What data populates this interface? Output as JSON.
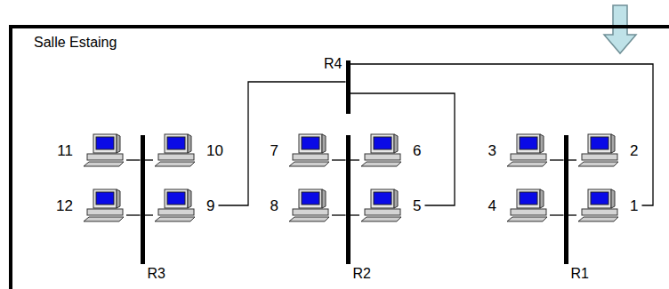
{
  "diagram": {
    "nodes": [
      {
        "text": [
          "Salle Estaing"
        ]
      },
      {
        "text": [
          "R4"
        ],
        "in": 0
      },
      {
        "text": [
          "11"
        ],
        "in": 0
      },
      {
        "text": [
          "10"
        ],
        "in": 0
      },
      {
        "text": [
          "7"
        ],
        "in": 0
      },
      {
        "text": [
          "6"
        ],
        "in": 0
      },
      {
        "text": [
          "3"
        ],
        "in": 0
      },
      {
        "text": [
          "2"
        ],
        "in": 0
      },
      {
        "text": [
          "12"
        ],
        "in": 0
      },
      {
        "text": [
          "9"
        ],
        "in": 0
      },
      {
        "text": [
          "8"
        ],
        "in": 0
      },
      {
        "text": [
          "5"
        ],
        "in": 0
      },
      {
        "text": [
          "4"
        ],
        "in": 0
      },
      {
        "text": [
          "1"
        ],
        "in": 0
      },
      {
        "text": [
          "R3"
        ],
        "in": 0
      },
      {
        "text": [
          "R2"
        ],
        "in": 0
      },
      {
        "text": [
          "R1"
        ],
        "in": 0
      }
    ],
    "edges": [
      {
        "from": 2,
        "to": 14,
        "arrow": "none"
      },
      {
        "from": 3,
        "to": 14,
        "arrow": "none"
      },
      {
        "from": 8,
        "to": 14,
        "arrow": "none"
      },
      {
        "from": 9,
        "to": 14,
        "arrow": "none"
      },
      {
        "from": 4,
        "to": 15,
        "arrow": "none"
      },
      {
        "from": 5,
        "to": 15,
        "arrow": "none"
      },
      {
        "from": 10,
        "to": 15,
        "arrow": "none"
      },
      {
        "from": 11,
        "to": 15,
        "arrow": "none"
      },
      {
        "from": 6,
        "to": 16,
        "arrow": "none"
      },
      {
        "from": 7,
        "to": 16,
        "arrow": "none"
      },
      {
        "from": 12,
        "to": 16,
        "arrow": "none"
      },
      {
        "from": 13,
        "to": 16,
        "arrow": "none"
      },
      {
        "from": 1,
        "to": 9,
        "arrow": "none"
      },
      {
        "from": 1,
        "to": 11,
        "arrow": "none"
      },
      {
        "from": 1,
        "to": 13,
        "arrow": "none"
      }
    ]
  }
}
